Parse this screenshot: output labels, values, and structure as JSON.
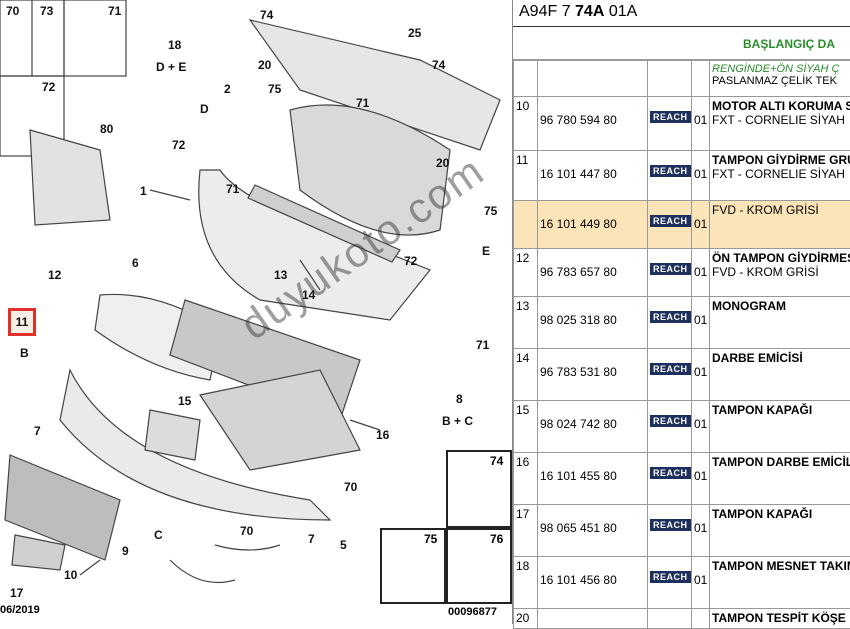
{
  "diagram": {
    "callouts": [
      {
        "id": "c70",
        "text": "70"
      },
      {
        "id": "c73",
        "text": "73"
      },
      {
        "id": "c71a",
        "text": "71"
      },
      {
        "id": "c72a",
        "text": "72"
      },
      {
        "id": "c80",
        "text": "80"
      },
      {
        "id": "c18",
        "text": "18"
      },
      {
        "id": "c18s",
        "text": "D + E"
      },
      {
        "id": "c74a",
        "text": "74"
      },
      {
        "id": "c25",
        "text": "25"
      },
      {
        "id": "c20a",
        "text": "20"
      },
      {
        "id": "c74b",
        "text": "74"
      },
      {
        "id": "c75a",
        "text": "75"
      },
      {
        "id": "c2",
        "text": "2"
      },
      {
        "id": "cD",
        "text": "D"
      },
      {
        "id": "c71b",
        "text": "71"
      },
      {
        "id": "c72b",
        "text": "72"
      },
      {
        "id": "c71c",
        "text": "71"
      },
      {
        "id": "c1",
        "text": "1"
      },
      {
        "id": "c20b",
        "text": "20"
      },
      {
        "id": "c75b",
        "text": "75"
      },
      {
        "id": "cE",
        "text": "E"
      },
      {
        "id": "c6",
        "text": "6"
      },
      {
        "id": "c13",
        "text": "13"
      },
      {
        "id": "c72c",
        "text": "72"
      },
      {
        "id": "c12",
        "text": "12"
      },
      {
        "id": "c14",
        "text": "14"
      },
      {
        "id": "c71d",
        "text": "71"
      },
      {
        "id": "c11",
        "text": "11"
      },
      {
        "id": "cB",
        "text": "B"
      },
      {
        "id": "c8",
        "text": "8"
      },
      {
        "id": "c8s",
        "text": "B + C"
      },
      {
        "id": "c15",
        "text": "15"
      },
      {
        "id": "c16",
        "text": "16"
      },
      {
        "id": "c7a",
        "text": "7"
      },
      {
        "id": "c70b",
        "text": "70"
      },
      {
        "id": "c9",
        "text": "9"
      },
      {
        "id": "cC",
        "text": "C"
      },
      {
        "id": "c70c",
        "text": "70"
      },
      {
        "id": "c7b",
        "text": "7"
      },
      {
        "id": "c5",
        "text": "5"
      },
      {
        "id": "c10",
        "text": "10"
      },
      {
        "id": "c17",
        "text": "17"
      }
    ],
    "boxes": {
      "b70": "70",
      "b73": "73",
      "b71": "71",
      "b72": "72",
      "b74": "74",
      "b75": "75",
      "b76": "76"
    },
    "date": "06/2019",
    "doc_no": "00096877",
    "watermark": "duyukoto.com"
  },
  "table": {
    "header_prefix": "A94F 7 ",
    "header_bold": "74A",
    "header_suffix": " 01A",
    "start_label": "BAŞLANGIÇ DA",
    "intro_line1": "RENGİNDE+ÖN SİYAH Ç",
    "intro_line2": "PASLANMAZ ÇELİK TEK",
    "reach_label": "REACH",
    "rows": [
      {
        "no": "10",
        "part": "96 780 594 80",
        "qty": "01",
        "name": "MOTOR ALTI KORUMA S",
        "detail": "FXT - CORNELIE SİYAH"
      },
      {
        "no": "11",
        "part": "16 101 447 80",
        "qty": "01",
        "name": "TAMPON GİYDİRME GRU",
        "detail": "FXT - CORNELIE SİYAH"
      },
      {
        "no": "",
        "part": "16 101 449 80",
        "qty": "01",
        "name": "",
        "detail": "FVD - KROM GRİSİ"
      },
      {
        "no": "12",
        "part": "96 783 657 80",
        "qty": "01",
        "name": "ÖN TAMPON GİYDİRMES",
        "detail": "FVD - KROM GRİSİ"
      },
      {
        "no": "13",
        "part": "98 025 318 80",
        "qty": "01",
        "name": "MONOGRAM",
        "detail": ""
      },
      {
        "no": "14",
        "part": "96 783 531 80",
        "qty": "01",
        "name": "DARBE EMİCİSİ",
        "detail": ""
      },
      {
        "no": "15",
        "part": "98 024 742 80",
        "qty": "01",
        "name": "TAMPON KAPAĞI",
        "detail": ""
      },
      {
        "no": "16",
        "part": "16 101 455 80",
        "qty": "01",
        "name": "TAMPON DARBE EMİCİL",
        "detail": ""
      },
      {
        "no": "17",
        "part": "98 065 451 80",
        "qty": "01",
        "name": "TAMPON KAPAĞI",
        "detail": ""
      },
      {
        "no": "18",
        "part": "16 101 456 80",
        "qty": "01",
        "name": "TAMPON MESNET TAKIM",
        "detail": ""
      },
      {
        "no": "20",
        "part": "",
        "qty": "",
        "name": "TAMPON TESPİT KÖŞE",
        "detail": ""
      }
    ]
  }
}
